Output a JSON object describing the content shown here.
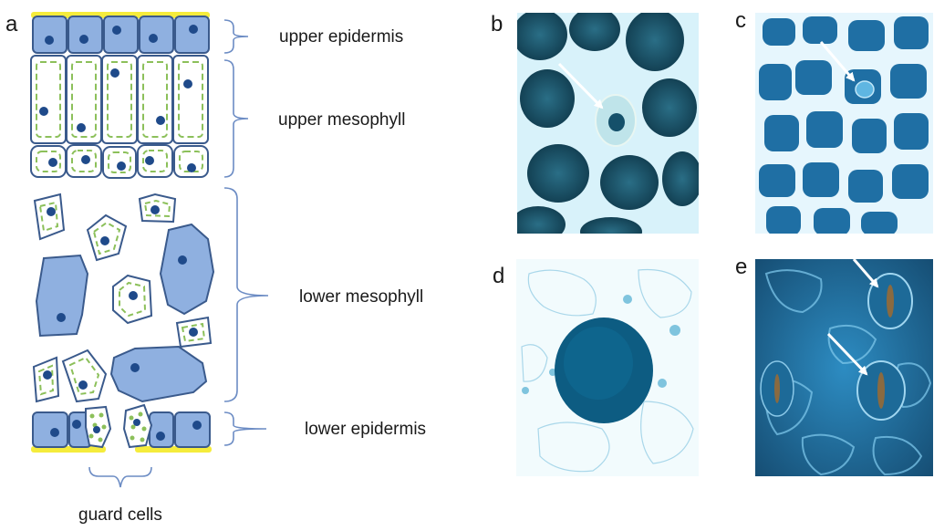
{
  "panels": {
    "a": "a",
    "b": "b",
    "c": "c",
    "d": "d",
    "e": "e"
  },
  "layers": {
    "upper_epidermis": "upper epidermis",
    "upper_mesophyll": "upper mesophyll",
    "lower_mesophyll": "lower mesophyll",
    "lower_epidermis": "lower epidermis",
    "guard_cells": "guard cells"
  },
  "colors": {
    "cell_fill": "#8fb0e0",
    "cell_stroke": "#3a5a8c",
    "nucleus": "#1f4a8a",
    "chloroplast_dash": "#8cc05a",
    "cuticle": "#f5ec3c",
    "bracket": "#6c8cc4",
    "arrow": "#ffffff",
    "micro_dark": "#0c3850",
    "micro_light": "#38a8d8"
  }
}
